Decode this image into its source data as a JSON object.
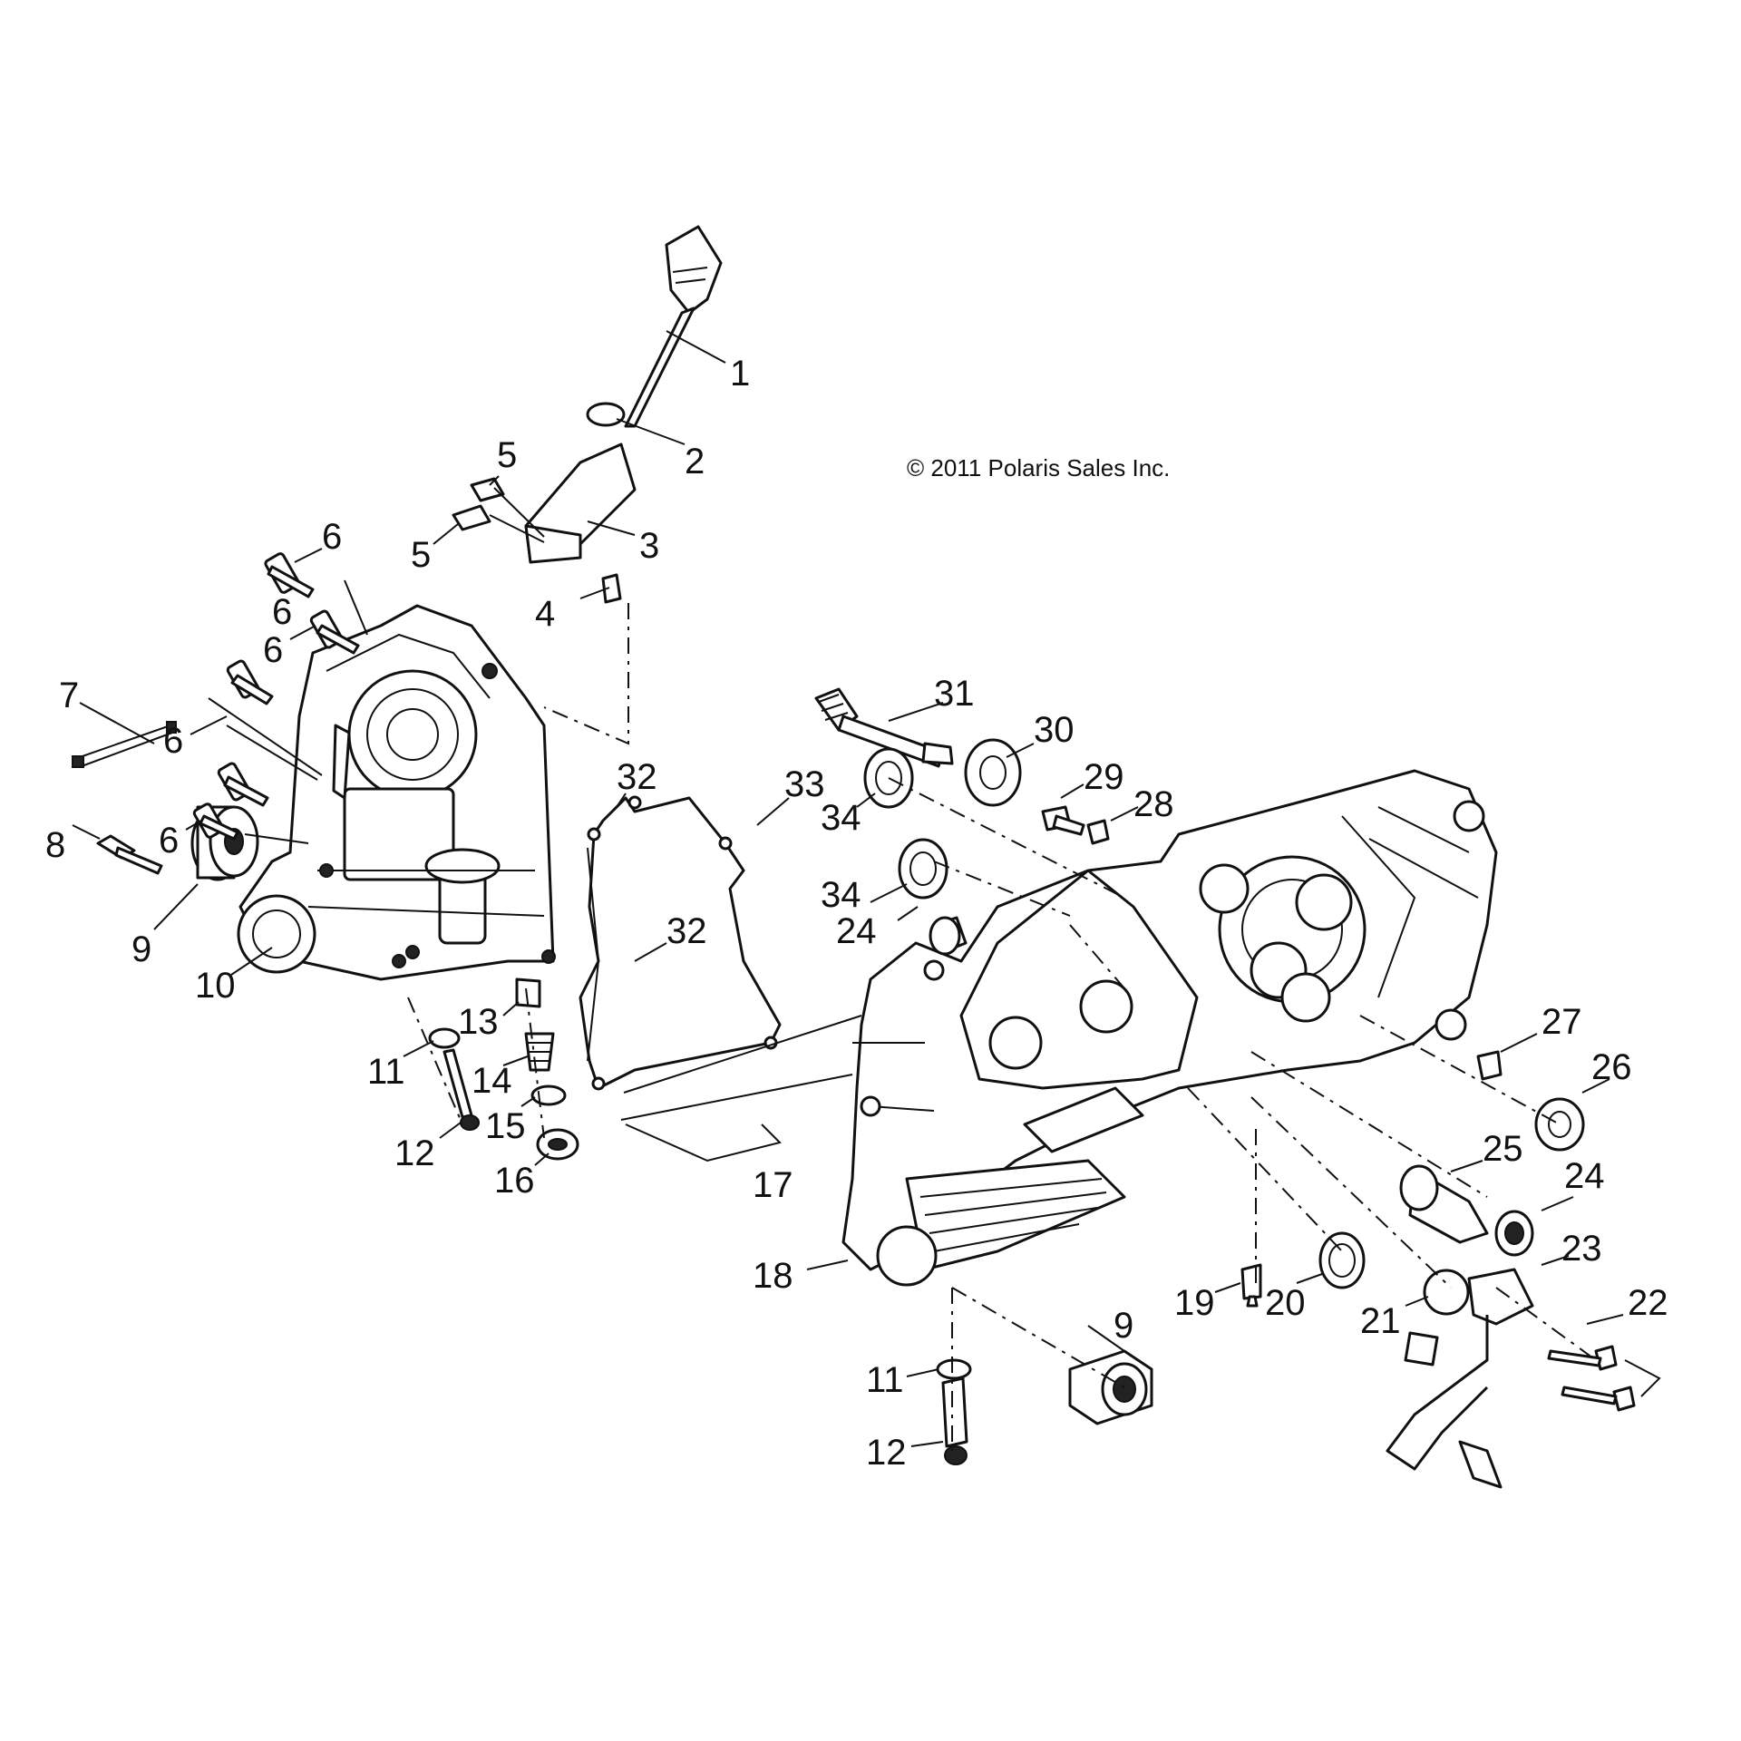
{
  "copyright": "© 2011 Polaris Sales Inc.",
  "callouts": [
    {
      "id": "1",
      "label": "1"
    },
    {
      "id": "2",
      "label": "2"
    },
    {
      "id": "3",
      "label": "3"
    },
    {
      "id": "4",
      "label": "4"
    },
    {
      "id": "5a",
      "label": "5"
    },
    {
      "id": "5b",
      "label": "5"
    },
    {
      "id": "6a",
      "label": "6"
    },
    {
      "id": "6b",
      "label": "6"
    },
    {
      "id": "6c",
      "label": "6"
    },
    {
      "id": "6d",
      "label": "6"
    },
    {
      "id": "6e",
      "label": "6"
    },
    {
      "id": "7",
      "label": "7"
    },
    {
      "id": "8",
      "label": "8"
    },
    {
      "id": "9a",
      "label": "9"
    },
    {
      "id": "9b",
      "label": "9"
    },
    {
      "id": "10",
      "label": "10"
    },
    {
      "id": "11a",
      "label": "11"
    },
    {
      "id": "11b",
      "label": "11"
    },
    {
      "id": "12a",
      "label": "12"
    },
    {
      "id": "12b",
      "label": "12"
    },
    {
      "id": "13",
      "label": "13"
    },
    {
      "id": "14",
      "label": "14"
    },
    {
      "id": "15",
      "label": "15"
    },
    {
      "id": "16",
      "label": "16"
    },
    {
      "id": "17",
      "label": "17"
    },
    {
      "id": "18",
      "label": "18"
    },
    {
      "id": "19",
      "label": "19"
    },
    {
      "id": "20",
      "label": "20"
    },
    {
      "id": "21",
      "label": "21"
    },
    {
      "id": "22",
      "label": "22"
    },
    {
      "id": "23",
      "label": "23"
    },
    {
      "id": "24a",
      "label": "24"
    },
    {
      "id": "24b",
      "label": "24"
    },
    {
      "id": "25",
      "label": "25"
    },
    {
      "id": "26",
      "label": "26"
    },
    {
      "id": "27",
      "label": "27"
    },
    {
      "id": "28",
      "label": "28"
    },
    {
      "id": "29",
      "label": "29"
    },
    {
      "id": "30",
      "label": "30"
    },
    {
      "id": "31",
      "label": "31"
    },
    {
      "id": "32a",
      "label": "32"
    },
    {
      "id": "32b",
      "label": "32"
    },
    {
      "id": "33",
      "label": "33"
    },
    {
      "id": "34a",
      "label": "34"
    },
    {
      "id": "34b",
      "label": "34"
    }
  ]
}
